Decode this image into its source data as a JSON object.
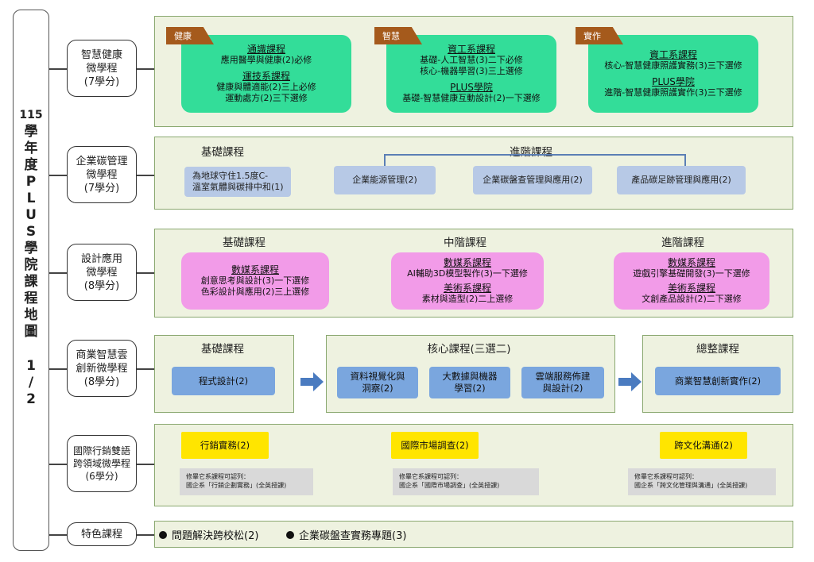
{
  "title_chars": [
    "115",
    "學",
    "年",
    "度",
    "P",
    "L",
    "U",
    "S",
    "學",
    "院",
    "課",
    "程",
    "地",
    "圖",
    "1",
    "/",
    "2"
  ],
  "categories": [
    {
      "lines": [
        "智慧健康",
        "微學程",
        "(7學分)"
      ]
    },
    {
      "lines": [
        "企業碳管理",
        "微學程",
        "(7學分)"
      ]
    },
    {
      "lines": [
        "設計應用",
        "微學程",
        "(8學分)"
      ]
    },
    {
      "lines": [
        "商業智慧雲",
        "創新微學程",
        "(8學分)"
      ]
    },
    {
      "lines": [
        "國際行銷雙語",
        "跨領域微學程",
        "(6學分)"
      ]
    },
    {
      "lines": [
        "特色課程"
      ]
    }
  ],
  "health": {
    "tags": [
      "健康",
      "智慧",
      "實作"
    ],
    "box1": {
      "h1": "通識課程",
      "l1": "應用醫學與健康(2)必修",
      "h2": "運技系課程",
      "l2": "健康與體適能(2)三上必修",
      "l3": "運動處方(2)三下選修"
    },
    "box2": {
      "h1": "資工系課程",
      "l1": "基礎-人工智慧(3)二下必修",
      "l2": "核心-機器學習(3)三上選修",
      "h2": "PLUS學院",
      "l3": "基礎-智慧健康互動設計(2)一下選修"
    },
    "box3": {
      "h1": "資工系課程",
      "l1": "核心-智慧健康照護實務(3)三下選修",
      "h2": "PLUS學院",
      "l2": "進階-智慧健康照護實作(3)三下選修"
    }
  },
  "carbon": {
    "basic_heading": "基礎課程",
    "adv_heading": "進階課程",
    "basic_box": [
      "為地球守住1.5度C-",
      "溫室氣體與碳排中和(1)"
    ],
    "adv_boxes": [
      "企業能源管理(2)",
      "企業碳盤查管理與應用(2)",
      "產品碳足跡管理與應用(2)"
    ]
  },
  "design": {
    "headings": [
      "基礎課程",
      "中階課程",
      "進階課程"
    ],
    "boxes": [
      {
        "h1": "數媒系課程",
        "l1": "創意思考與設計(3)一下選修",
        "l2": "色彩設計與應用(2)三上選修"
      },
      {
        "h1": "數媒系課程",
        "l1": "AI輔助3D模型製作(3)一下選修",
        "h2": "美術系課程",
        "l2": "素材與造型(2)二上選修"
      },
      {
        "h1": "數媒系課程",
        "l1": "遊戲引擎基礎開發(3)一下選修",
        "h2": "美術系課程",
        "l2": "文創產品設計(2)二下選修"
      }
    ]
  },
  "business": {
    "headings": [
      "基礎課程",
      "核心課程(三選二)",
      "總整課程"
    ],
    "basic_box": "程式設計(2)",
    "core_boxes": [
      [
        "資料視覺化與",
        "洞察(2)"
      ],
      [
        "大數據與機器",
        "學習(2)"
      ],
      [
        "雲端服務佈建",
        "與設計(2)"
      ]
    ],
    "capstone_box": "商業智慧創新實作(2)"
  },
  "intl": {
    "courses": [
      "行銷實務(2)",
      "國際市場調查(2)",
      "跨文化溝通(2)"
    ],
    "notes": [
      [
        "修畢它系課程可認列：",
        "國企系「行銷企劃實務」(全英授課)"
      ],
      [
        "修畢它系課程可認列：",
        "國企系「國際市場調查」(全英授課)"
      ],
      [
        "修畢它系課程可認列：",
        "國企系「跨文化管理與溝通」(全英授課)"
      ]
    ]
  },
  "featured": [
    "問題解決跨校松(2)",
    "企業碳盤查實務專題(3)"
  ],
  "colors": {
    "green": "#33dd99",
    "pink": "#f29be8",
    "blue_light": "#b7c9e6",
    "blue_mid": "#7aa6de",
    "yellow": "#ffe500",
    "panel": "#eef2e0",
    "tag": "#a55a1c",
    "arrow": "#4a7bc0"
  }
}
